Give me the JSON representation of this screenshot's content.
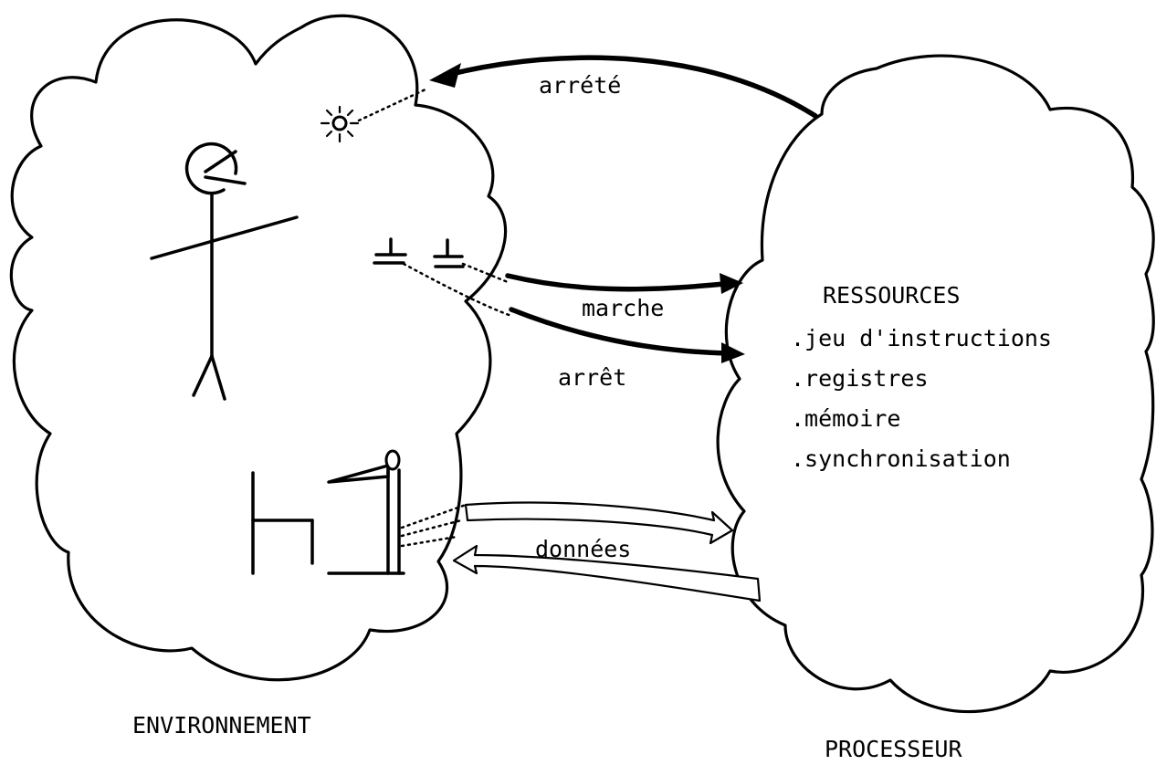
{
  "labels": {
    "environnement": "ENVIRONNEMENT",
    "processeur": "PROCESSEUR",
    "arrete": "arrété",
    "marche": "marche",
    "arret": "arrêt",
    "donnees": "données"
  },
  "resources": {
    "title": "RESSOURCES",
    "items": [
      ".jeu d'instructions",
      ".registres",
      ".mémoire",
      ".synchronisation"
    ]
  }
}
